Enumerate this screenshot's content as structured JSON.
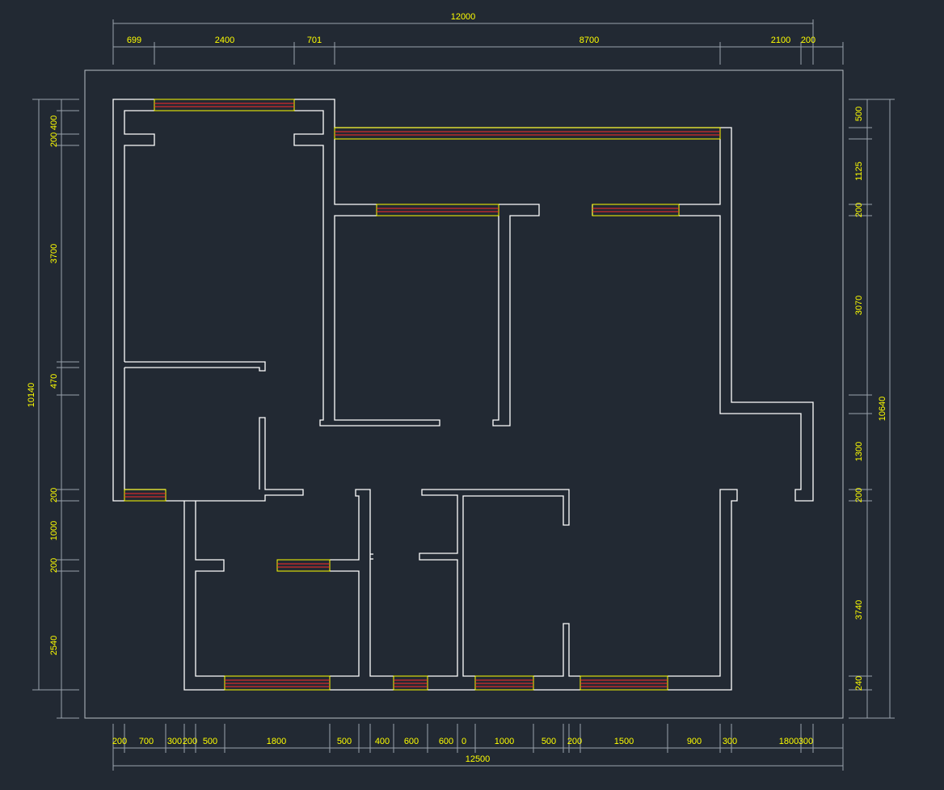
{
  "colors": {
    "background": "#222933",
    "wall": "#ffffff",
    "dimension_line": "#9aa3ad",
    "dimension_text": "#ffff00",
    "window_frame": "#ffff00",
    "window_glass": "#ff2a2a"
  },
  "dimensions": {
    "top_total": "12000",
    "top_segments": [
      "699",
      "2400",
      "701",
      "8700",
      "2100",
      "200"
    ],
    "bottom_total": "12500",
    "bottom_segments": [
      "200",
      "700",
      "300",
      "200",
      "500",
      "1800",
      "500",
      "400",
      "600",
      "600",
      "0",
      "1000",
      "500",
      "200",
      "1500",
      "900",
      "300",
      "1800",
      "300"
    ],
    "left_total": "10140",
    "left_segments": [
      "400",
      "200",
      "3700",
      "470",
      "200",
      "1000",
      "200",
      "2540"
    ],
    "right_total": "10640",
    "right_segments": [
      "500",
      "1125",
      "200",
      "3070",
      "1300",
      "200",
      "3740",
      "240"
    ]
  }
}
